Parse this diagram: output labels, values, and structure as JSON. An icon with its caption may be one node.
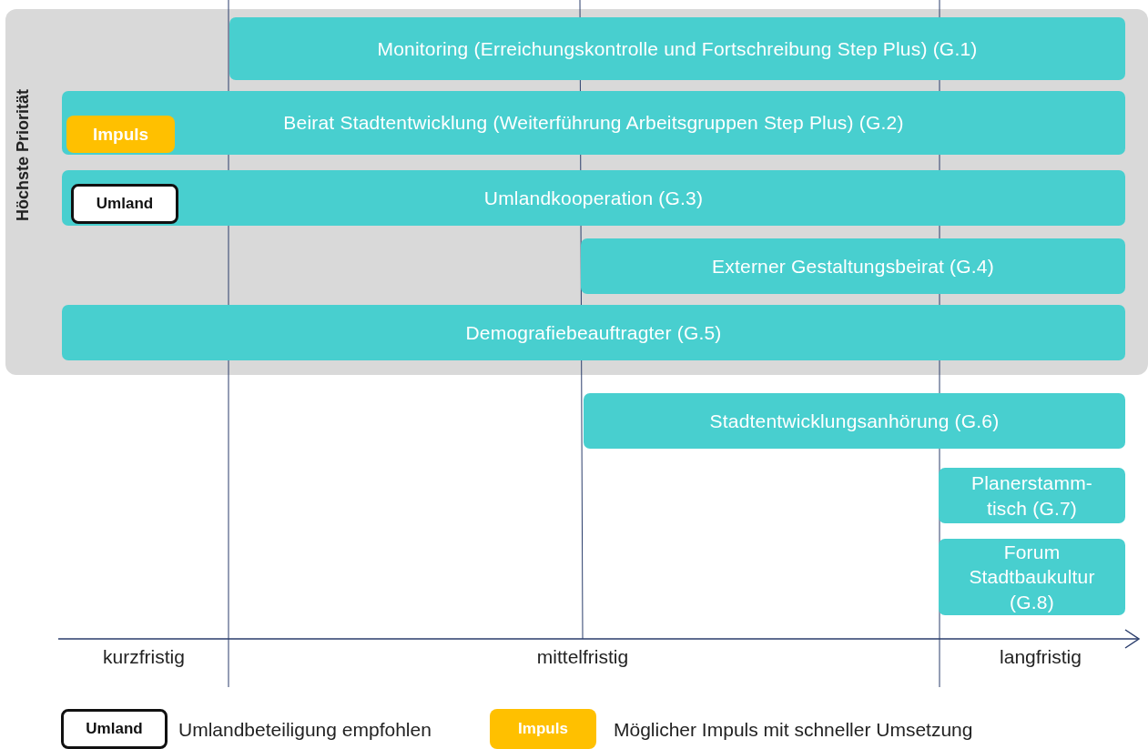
{
  "diagram": {
    "nodes": [
      {
        "text": [
          "Höchste Priorität"
        ]
      },
      {
        "text": [
          "Monitoring (Erreichungskontrolle und Fortschreibung Step Plus) (G.1)"
        ],
        "in": 0
      },
      {
        "text": [
          "Beirat Stadtentwicklung (Weiterführung Arbeitsgruppen Step Plus) (G.2)"
        ],
        "in": 0
      },
      {
        "text": [
          "Impuls"
        ],
        "in": 2
      },
      {
        "text": [
          "Umlandkooperation (G.3)"
        ],
        "in": 0
      },
      {
        "text": [
          "Umland"
        ],
        "in": 4
      },
      {
        "text": [
          "Externer Gestaltungsbeirat (G.4)"
        ],
        "in": 0
      },
      {
        "text": [
          "Demografiebeauftragter (G.5)"
        ],
        "in": 0
      },
      {
        "text": [
          "Stadtentwicklungsanhörung (G.6)"
        ]
      },
      {
        "text": [
          "Planerstamm-tisch (G.7)"
        ]
      },
      {
        "text": [
          "Forum Stadtbaukultur (G.8)"
        ]
      }
    ],
    "labels": [
      "kurzfristig",
      "mittelfristig",
      "langfristig",
      "Umland",
      "Impuls"
    ],
    "legend": [
      {
        "text": "Umlandbeteiligung empfohlen"
      },
      {
        "text": "Möglicher Impuls mit schneller Umsetzung",
        "color": "#ffc000"
      }
    ]
  }
}
